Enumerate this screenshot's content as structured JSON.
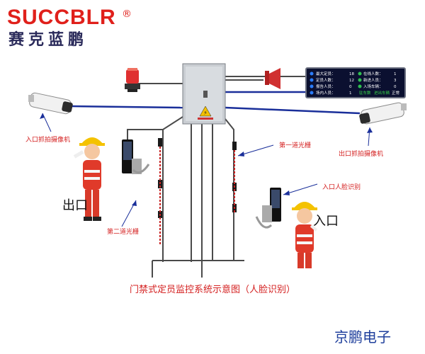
{
  "logo": {
    "en": "SUCCBLR",
    "reg": "®",
    "cn": "赛克蓝鹏"
  },
  "labels": {
    "exit_camera": "入口抓拍摄像机",
    "entry_camera": "出口抓拍摄像机",
    "first_barrier": "第一道光栅",
    "second_barrier": "第二道光栅",
    "entry_face": "入口人脸识别",
    "exit": "出口",
    "entry": "入口"
  },
  "led_panel": {
    "rows": [
      [
        "最大定员：",
        "18",
        "在线人数：",
        "1"
      ],
      [
        "定员人数：",
        "12",
        "新进人员：",
        "3"
      ],
      [
        "报告人员：",
        "0",
        "入场车辆：",
        "0"
      ],
      [
        "场内人员：",
        "1",
        "驻车数",
        "进出车辆",
        "正常"
      ]
    ]
  },
  "caption": "门禁式定员监控系统示意图（人脸识别）",
  "brand": "京鹏电子",
  "colors": {
    "accent": "#e0201b",
    "wire": "#1a2f9a",
    "frame": "#4a4a4a",
    "brand": "#1f3f9c"
  }
}
